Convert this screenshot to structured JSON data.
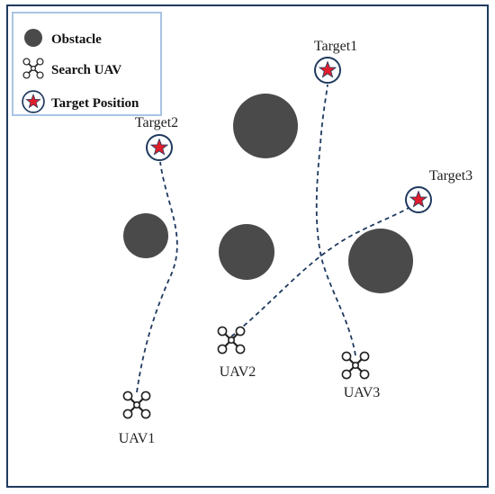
{
  "legend": {
    "obstacle_label": "Obstacle",
    "uav_label": "Search UAV",
    "target_label": "Target Position"
  },
  "targets": [
    {
      "label": "Target1"
    },
    {
      "label": "Target2"
    },
    {
      "label": "Target3"
    }
  ],
  "uavs": [
    {
      "label": "UAV1"
    },
    {
      "label": "UAV2"
    },
    {
      "label": "UAV3"
    }
  ],
  "colors": {
    "frame": "#1f3a5f",
    "legend_border": "#a9c4e4",
    "obstacle": "#4a4a4a",
    "path": "#1f3a5f",
    "target_star": "#e01e2b",
    "target_ring": "#1f3a5f"
  },
  "icons": {
    "obstacle": "obstacle-disc",
    "uav": "quadcopter-icon",
    "target": "star-marker-icon"
  }
}
